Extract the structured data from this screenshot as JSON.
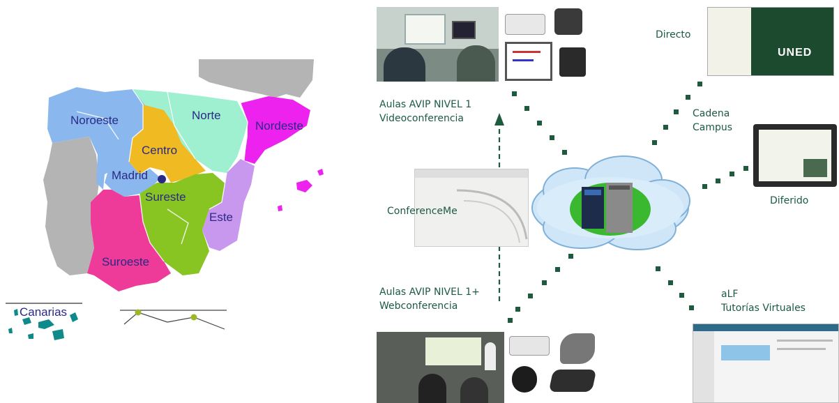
{
  "map": {
    "regions": {
      "noroeste": "Noroeste",
      "norte": "Norte",
      "nordeste": "Nordeste",
      "centro": "Centro",
      "madrid": "Madrid",
      "sureste": "Sureste",
      "este": "Este",
      "suroeste": "Suroeste",
      "canarias": "Canarias"
    }
  },
  "network": {
    "nivel1": {
      "line1": "Aulas AVIP NIVEL 1",
      "line2": "Videoconferencia"
    },
    "conferenceme": "ConferenceMe",
    "nivel1plus": {
      "line1": "Aulas AVIP NIVEL 1+",
      "line2": "Webconferencia"
    },
    "directo": "Directo",
    "cadena": {
      "line1": "Cadena",
      "line2": "Campus"
    },
    "diferido": "Diferido",
    "alf": {
      "line1": "aLF",
      "line2": "Tutorías Virtuales"
    },
    "uned_logo": "UNED"
  },
  "colors": {
    "noroeste": "#8ab8ee",
    "norte": "#9ef0d0",
    "nordeste": "#ee22ee",
    "centro": "#f0bb22",
    "sureste": "#88c422",
    "este": "#c898ee",
    "suroeste": "#ee3a98",
    "portugal": "#b4b4b4",
    "label": "#1b5a43",
    "dot": "#1e5a3e"
  }
}
